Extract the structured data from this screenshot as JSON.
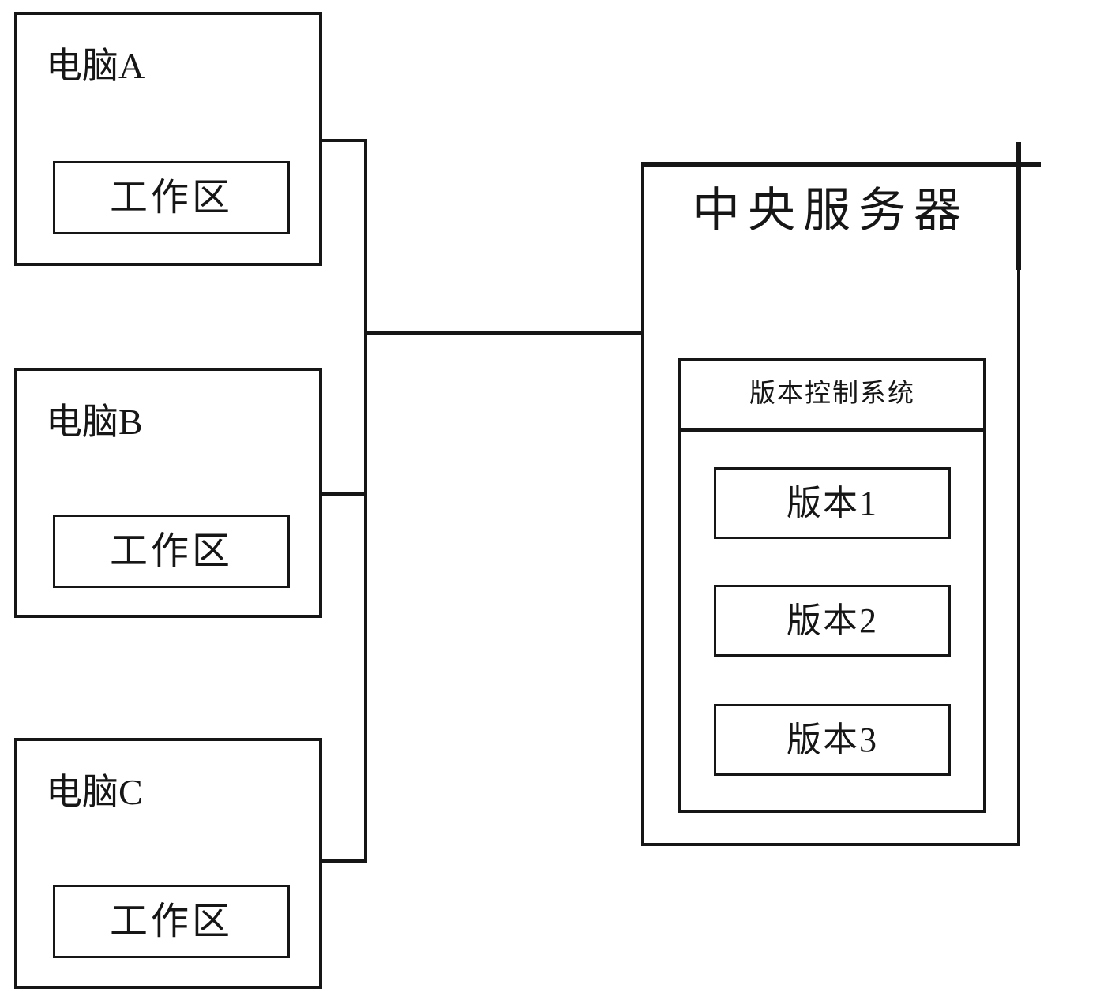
{
  "diagram": {
    "computers": [
      {
        "label": "电脑A",
        "workspace_label": "工作区"
      },
      {
        "label": "电脑B",
        "workspace_label": "工作区"
      },
      {
        "label": "电脑C",
        "workspace_label": "工作区"
      }
    ],
    "server": {
      "title": "中央服务器",
      "vcs": {
        "title": "版本控制系统",
        "versions": [
          {
            "label": "版本1"
          },
          {
            "label": "版本2"
          },
          {
            "label": "版本3"
          }
        ]
      }
    },
    "colors": {
      "line": "#161616",
      "background": "#ffffff",
      "text": "#161616"
    }
  }
}
